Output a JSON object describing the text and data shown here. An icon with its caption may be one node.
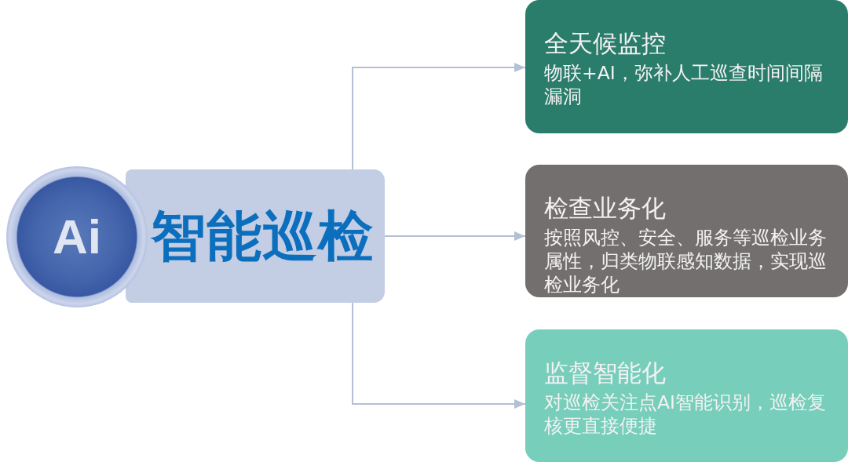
{
  "diagram": {
    "nodes": [
      {
        "text": [
          "Ai"
        ]
      },
      {
        "text": [
          "智能巡检"
        ]
      },
      {
        "text": [
          "全天候监控",
          "物联+AI，弥补人工巡查时间间隔漏洞"
        ]
      },
      {
        "text": [
          "检查业务化",
          "按照风控、安全、服务等巡检业务属性，归类物联感知数据，实现巡检业务化"
        ]
      },
      {
        "text": [
          "监督智能化",
          "对巡检关注点AI智能识别，巡检复核更直接便捷"
        ]
      }
    ],
    "edges": [
      {
        "from": 1,
        "to": 2,
        "arrow": "to"
      },
      {
        "from": 1,
        "to": 3,
        "arrow": "to"
      },
      {
        "from": 1,
        "to": 4,
        "arrow": "to"
      }
    ]
  }
}
